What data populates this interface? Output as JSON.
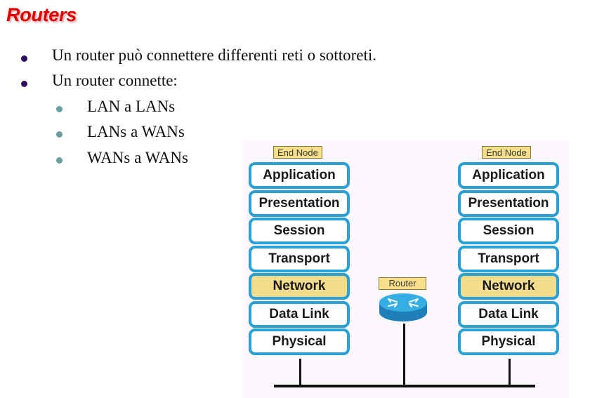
{
  "slide": {
    "title": "Routers",
    "bullets": [
      {
        "level": 1,
        "text": "Un router può connettere differenti reti o sottoreti."
      },
      {
        "level": 1,
        "text": "Un router connette:"
      },
      {
        "level": 2,
        "text": "LAN a LANs"
      },
      {
        "level": 2,
        "text": "LANs a WANs"
      },
      {
        "level": 2,
        "text": "WANs a WANs"
      }
    ]
  },
  "diagram": {
    "left_node": {
      "label": "End Node",
      "layers": [
        "Application",
        "Presentation",
        "Session",
        "Transport",
        "Network",
        "Data Link",
        "Physical"
      ],
      "highlighted": "Network"
    },
    "right_node": {
      "label": "End Node",
      "layers": [
        "Application",
        "Presentation",
        "Session",
        "Transport",
        "Network",
        "Data Link",
        "Physical"
      ],
      "highlighted": "Network"
    },
    "router": {
      "label": "Router",
      "icon": "router-icon"
    },
    "colors": {
      "layer_border": "#2aa0d4",
      "highlight_fill": "#f3dc8c",
      "router_blue": "#2a9fd6",
      "title_red": "#e00000"
    }
  }
}
